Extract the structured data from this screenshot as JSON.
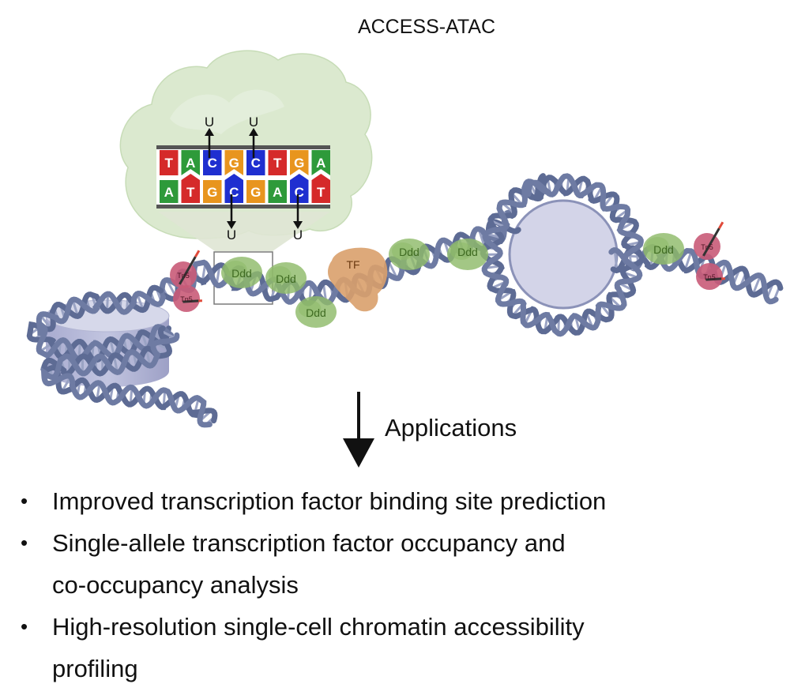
{
  "title": "ACCESS-ATAC",
  "strand_top": [
    "T",
    "A",
    "C",
    "G",
    "C",
    "T",
    "G",
    "A"
  ],
  "strand_bottom": [
    "A",
    "T",
    "G",
    "C",
    "G",
    "A",
    "C",
    "T"
  ],
  "deaminated_label": "U",
  "labels": {
    "ddd": "Ddd",
    "tf": "TF",
    "tn5": "Tn5"
  },
  "applications_label": "Applications",
  "bullets": [
    {
      "lines": [
        "Improved transcription factor binding site prediction"
      ]
    },
    {
      "lines": [
        "Single-allele transcription factor occupancy and",
        "co-occupancy analysis"
      ]
    },
    {
      "lines": [
        "High-resolution single-cell chromatin accessibility",
        "profiling"
      ]
    }
  ],
  "colors": {
    "dna": "#5d6b94",
    "dna_rung": "#e8ecf6",
    "cloud": "#dbe9cf",
    "ddd": "#8fbb6a",
    "tf": "#d9a06c",
    "tn5": "#c95b78",
    "nucleosome": "#cdd0e4",
    "base_T": "#d52a2a",
    "base_A": "#2e9a3a",
    "base_C": "#1f2fd0",
    "base_G": "#e8951e"
  }
}
